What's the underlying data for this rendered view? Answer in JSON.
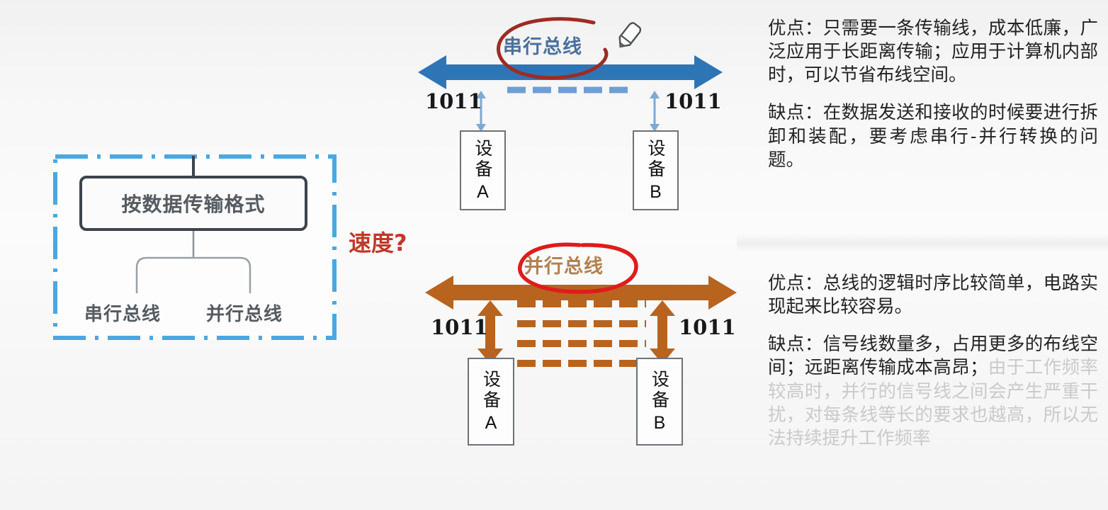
{
  "page": {
    "background_top": "#f1f1f1",
    "background_bottom": "#f4f4f4"
  },
  "left_panel": {
    "root_label": "按数据传输格式",
    "leaves": [
      {
        "label": "串行总线"
      },
      {
        "label": "并行总线"
      }
    ],
    "dash_border_color": "#4aa8e0",
    "node_border_color": "#3d444c",
    "text_color": "#555b61"
  },
  "annotations": {
    "speed_question": "速度?",
    "speed_color": "#c0392b",
    "circle_color_serial": "#9e2b25",
    "circle_color_parallel": "#e01b1b",
    "cursor_icon": "pencil-icon"
  },
  "serial_diagram": {
    "title": "串行总线",
    "title_color": "#4a6f9b",
    "bus_color": "#2e75b6",
    "dash_color": "#6e9fd4",
    "dash_count": 5,
    "line_rows": 1,
    "left_label": "1011",
    "right_label": "1011",
    "device_left": {
      "cjk": "设备",
      "latin": "A"
    },
    "device_right": {
      "cjk": "设备",
      "latin": "B"
    }
  },
  "parallel_diagram": {
    "title": "并行总线",
    "title_color": "#b08050",
    "bus_color": "#b8641f",
    "dash_color": "#b8641f",
    "dash_count": 5,
    "line_rows": 4,
    "left_label": "1011",
    "right_label": "1011",
    "device_left": {
      "cjk": "设备",
      "latin": "A"
    },
    "device_right": {
      "cjk": "设备",
      "latin": "B"
    }
  },
  "right_column": {
    "serial": {
      "advantage": "优点：只需要一条传输线，成本低廉，广泛应用于长距离传输；应用于计算机内部时，可以节省布线空间。",
      "disadvantage": "缺点：在数据发送和接收的时候要进行拆卸和装配，要考虑串行-并行转换的问题。"
    },
    "parallel": {
      "advantage": "优点：总线的逻辑时序比较简单，电路实现起来比较容易。",
      "disadvantage_strong": "缺点：信号线数量多，占用更多的布线空间；远距离传输成本高昂；",
      "disadvantage_faded": "由于工作频率较高时，并行的信号线之间会产生严重干扰，对每条线等长的要求也越高，所以无法持续提升工作频率"
    }
  }
}
